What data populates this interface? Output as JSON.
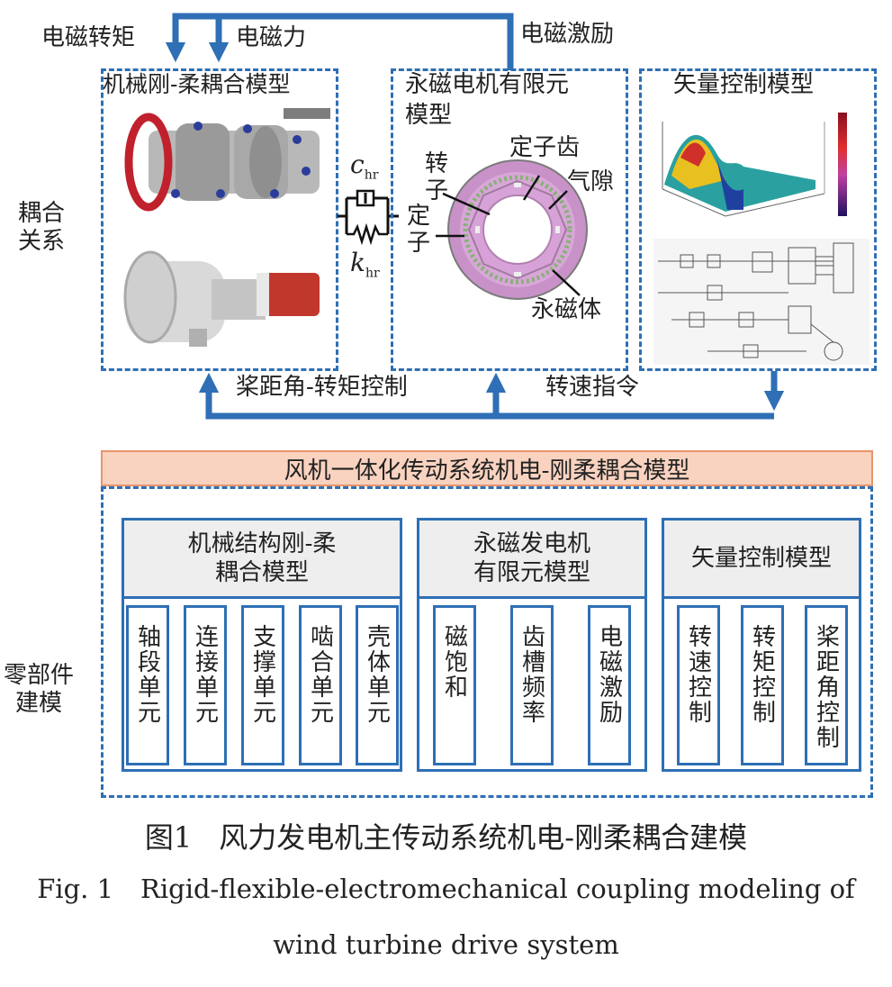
{
  "top": {
    "label_torque": "电磁转矩",
    "label_force": "电磁力",
    "label_excitation": "电磁激励",
    "panel_mech_title": "机械刚-柔耦合模型",
    "panel_fem_title_1": "永磁电机有限元",
    "panel_fem_title_2": "模型",
    "panel_vector_title": "矢量控制模型",
    "left_label_1": "耦合",
    "left_label_2": "关系",
    "c_var": "c",
    "c_sub": "hr",
    "k_var": "k",
    "k_sub": "hr",
    "motor": {
      "rotor_1": "转",
      "rotor_2": "子",
      "stator_1": "定",
      "stator_2": "子",
      "stator_tooth": "定子齿",
      "air_gap": "气隙",
      "magnet": "永磁体"
    },
    "bottom_label_pitch": "桨距角-转矩控制",
    "bottom_label_speed": "转速指令"
  },
  "bottom": {
    "banner": "风机一体化传动系统机电-刚柔耦合模型",
    "left_label_1": "零部件",
    "left_label_2": "建模",
    "groups": [
      {
        "title_1": "机械结构刚-柔",
        "title_2": "耦合模型",
        "cells": [
          "轴段单元",
          "连接单元",
          "支撑单元",
          "啮合单元",
          "壳体单元"
        ]
      },
      {
        "title_1": "永磁发电机",
        "title_2": "有限元模型",
        "cells": [
          "磁饱和",
          "齿槽频率",
          "电磁激励"
        ]
      },
      {
        "title_1": "矢量控制模型",
        "title_2": "",
        "cells": [
          "转速控制",
          "转矩控制",
          "桨距角控制"
        ]
      }
    ]
  },
  "caption": {
    "cn_num": "图1",
    "cn_text": "风力发电机主传动系统机电-刚柔耦合建模",
    "en_num": "Fig. 1",
    "en_line1": "Rigid-flexible-electromechanical coupling modeling of",
    "en_line2": "wind turbine drive system"
  },
  "colors": {
    "blue": "#2e6fb5",
    "banner_fill": "#f9d3c0",
    "banner_border": "#e8946b",
    "header_fill": "#eeeeee"
  }
}
